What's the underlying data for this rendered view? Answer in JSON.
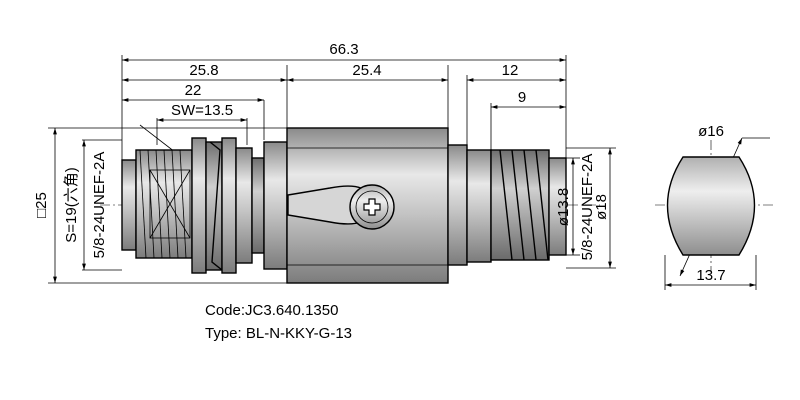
{
  "dimensions": {
    "overall_length": "66.3",
    "left_section": "25.8",
    "middle_section": "25.4",
    "right_section": "12",
    "left_thread": "22",
    "right_thread": "9",
    "wrench_size": "SW=13.5",
    "square_flange": "□25",
    "hex_size": "S=19(六角)",
    "left_thread_spec": "5/8-24UNEF-2A",
    "right_thread_spec": "5/8-24UNEF-2A",
    "diameter_inner": "ø13.8",
    "diameter_outer": "ø18",
    "end_view_diameter": "ø16",
    "end_view_flat": "13.7"
  },
  "caption": {
    "code": "Code:JC3.640.1350",
    "type": "Type: BL-N-KKY-G-13"
  },
  "colors": {
    "body_fill": "#b8b8b8",
    "body_light": "#e6e6e6",
    "thread_fill": "#9a9a9a",
    "line": "#000000"
  }
}
